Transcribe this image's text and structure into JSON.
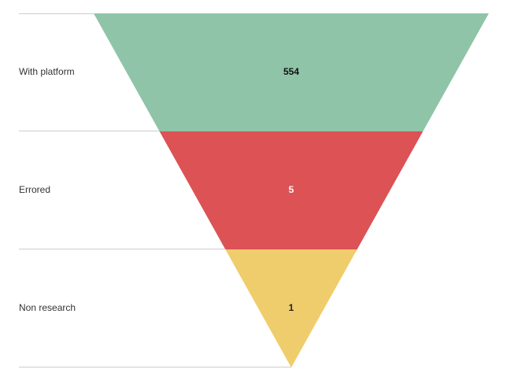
{
  "chart_data": {
    "type": "funnel",
    "categories": [
      "With platform",
      "Errored",
      "Non research"
    ],
    "values": [
      554,
      5,
      1
    ],
    "value_labels": [
      "554",
      "5",
      "1"
    ],
    "colors": [
      "#8fc4a8",
      "#dc5255",
      "#f0cd6c"
    ],
    "value_label_colors": [
      "#111111",
      "#ffffff",
      "#222222"
    ],
    "title": "",
    "xlabel": "",
    "ylabel": ""
  }
}
